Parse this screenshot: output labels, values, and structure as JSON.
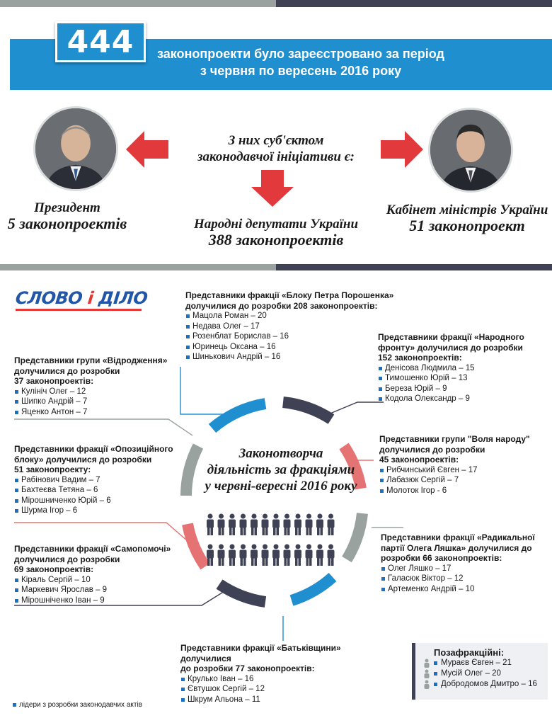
{
  "header": {
    "number": "444",
    "line1": "законопроекти було зареєстровано за період",
    "line2": "з червня по вересень 2016 року"
  },
  "subjects": {
    "intro_line1": "З них суб'єктом",
    "intro_line2": "законодавчої ініціативи є:",
    "president_label": "Президент",
    "president_count": "5 законопроектів",
    "deputies_label": "Народні депутати України",
    "deputies_count": "388 законопроектів",
    "cabinet_label": "Кабінет міністрів України",
    "cabinet_count": "51 законопроект"
  },
  "logo": {
    "part1": "СЛОВО",
    "part2": " і ",
    "part3": "ДІЛО"
  },
  "ring": {
    "line1": "Законотворча",
    "line2": "діяльність за фракціями",
    "line3": "у червні-вересні 2016 року"
  },
  "factions": {
    "bpp": {
      "title_line1": "Представники фракції «Блоку Петра Порошенка»",
      "title_line2": "долучилися до розробки 208 законопроектів:",
      "members": [
        "Мацола Роман – 20",
        "Недава Олег – 17",
        "Розенблат Борислав – 16",
        "Юринець Оксана – 16",
        "Шинькович Андрій – 16"
      ]
    },
    "nf": {
      "title_line1": "Представники фракції «Народного",
      "title_line2": "фронту» долучилися до розробки",
      "title_line3": "152 законопроектів:",
      "members": [
        "Денісова Людмила – 15",
        "Тимошенко Юрій – 13",
        "Береза Юрій – 9",
        "Кодола Олександр – 9"
      ]
    },
    "vidrodzhennia": {
      "title_line1": "Представники групи «Відродження»",
      "title_line2": "долучилися до розробки",
      "title_line3": "37 законопроектів:",
      "members": [
        "Кулініч Олег – 12",
        "Шипко Андрій – 7",
        "Яценко Антон – 7"
      ]
    },
    "volia": {
      "title_line1": "Представники  групи \"Воля народу\"",
      "title_line2": "долучилися до розробки",
      "title_line3": "45 законопроектів:",
      "members": [
        "Рибчинський Євген – 17",
        "Лабазюк Сергій – 7",
        "Молоток Ігор - 6"
      ]
    },
    "opoblok": {
      "title_line1": "Представники фракції «Опозиційного",
      "title_line2": "блоку» долучилися до розробки",
      "title_line3": "51 законопроекту:",
      "members": [
        "Рабінович Вадим – 7",
        "Бахтеєва Тетяна – 6",
        "Мірошниченко Юрій – 6",
        "Шурма Ігор – 6"
      ]
    },
    "radical": {
      "title_line1": "Представники фракції «Радикальної",
      "title_line2": "партії Олега Ляшка» долучилися до",
      "title_line3": "розробки 66 законопроектів:",
      "members": [
        "Олег Ляшко – 17",
        "Галасюк Віктор – 12",
        "Артеменко Андрій – 10"
      ]
    },
    "samopomich": {
      "title_line1": "Представники фракції «Самопомочі»",
      "title_line2": "долучилися до розробки",
      "title_line3": "69 законопроектів:",
      "members": [
        "Кіраль Сергій – 10",
        "Маркевич Ярослав – 9",
        "Мірошніченко Іван – 9"
      ]
    },
    "batkivshchyna": {
      "title_line1": "Представники фракції «Батьківщини» долучилися",
      "title_line2": "до розробки 77 законопроектів:",
      "members": [
        "Крулько Іван – 16",
        "Євтушок Сергій – 12",
        "Шкрум Альона – 11"
      ]
    },
    "nonfaction": {
      "title": "Позафракційні:",
      "members": [
        "Мураєв Євген – 21",
        "Мусій Олег – 20",
        "Добродомов Дмитро – 16"
      ]
    }
  },
  "legend": {
    "text": "лідери з розробки законодавчих актів"
  },
  "colors": {
    "blue": "#1f8fd0",
    "red": "#e2393d",
    "navy": "#3f4155",
    "grey": "#9aa2a0",
    "salmon": "#e57373"
  }
}
